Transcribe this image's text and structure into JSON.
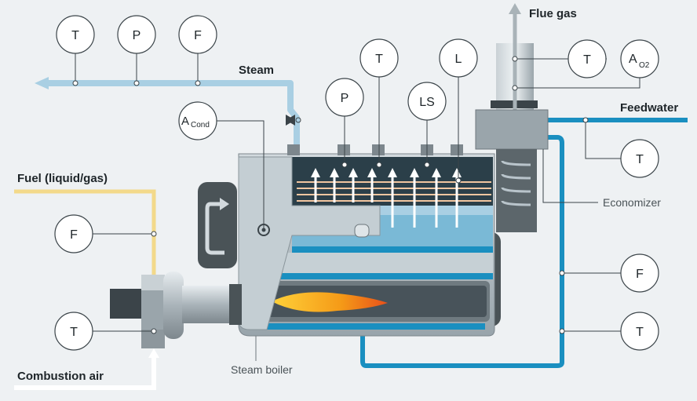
{
  "labels": {
    "flue_gas": "Flue gas",
    "steam": "Steam",
    "feedwater": "Feedwater",
    "fuel": "Fuel (liquid/gas)",
    "economizer": "Economizer",
    "combustion_air": "Combustion air",
    "steam_boiler": "Steam boiler"
  },
  "instruments": {
    "steam_t": "T",
    "steam_p": "P",
    "steam_f": "F",
    "boiler_p": "P",
    "boiler_t": "T",
    "boiler_ls": "LS",
    "boiler_l": "L",
    "flue_t": "T",
    "flue_a": "A",
    "flue_a_sub": "O2",
    "cond_a": "A",
    "cond_a_sub": "Cond",
    "feed_t": "T",
    "fuel_f": "F",
    "air_t": "T",
    "feed_f2": "F",
    "feed_t2": "T"
  },
  "colors": {
    "background": "#eef1f3",
    "steam_pipe": "#a9cfe3",
    "feedwater_pipe": "#1a8fc0",
    "fuel_pipe": "#f3d98a",
    "air_pipe": "#ffffff",
    "boiler_body": "#b9c4cb",
    "dark_gray": "#4a5357",
    "flame": "#f7a21a"
  }
}
